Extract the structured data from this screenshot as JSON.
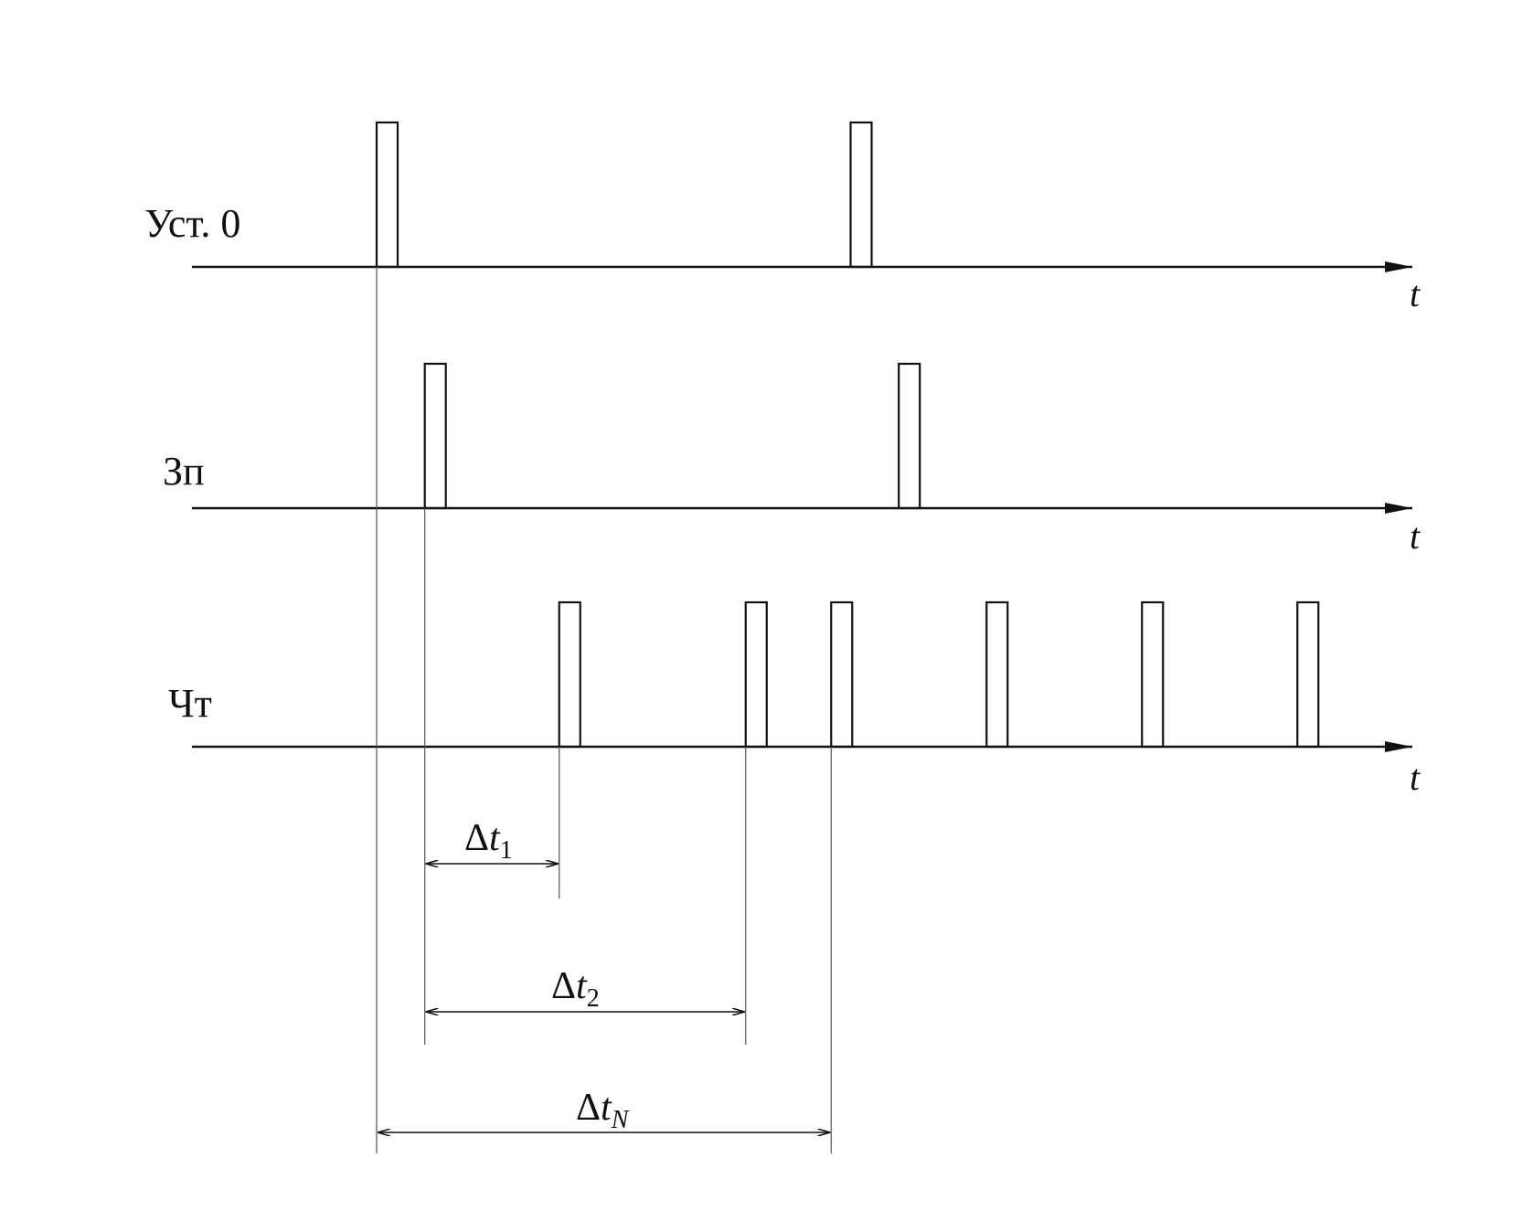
{
  "colors": {
    "line": "#111111",
    "guide": "#555555",
    "background": "#ffffff"
  },
  "signals": [
    {
      "label": "Уст. 0",
      "axis_label": "t",
      "pulses": [
        1,
        7.1
      ]
    },
    {
      "label": "Зп",
      "axis_label": "t",
      "pulses": [
        1.62,
        7.72
      ]
    },
    {
      "label": "Чт",
      "axis_label": "t",
      "pulses": [
        3.35,
        5.75,
        6.85,
        8.85,
        10.85,
        12.85
      ]
    }
  ],
  "intervals": [
    {
      "symbol": "Δ",
      "variable": "t",
      "subscript": "1",
      "subscript_italic": false,
      "from": 1.62,
      "to": 3.35
    },
    {
      "symbol": "Δ",
      "variable": "t",
      "subscript": "2",
      "subscript_italic": false,
      "from": 1.62,
      "to": 5.75
    },
    {
      "symbol": "Δ",
      "variable": "t",
      "subscript": "N",
      "subscript_italic": true,
      "from": 1.0,
      "to": 6.85
    }
  ]
}
